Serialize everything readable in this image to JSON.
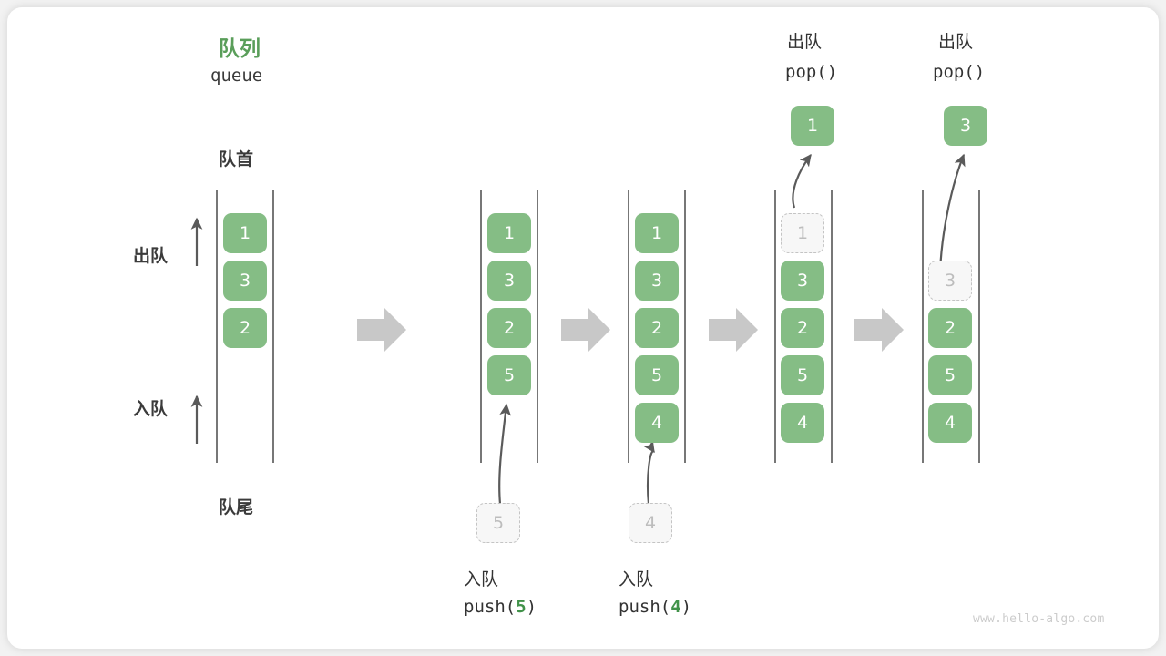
{
  "diagram": {
    "title_cn": "队列",
    "title_en": "queue",
    "front_label": "队首",
    "rear_label": "队尾",
    "dequeue_label": "出队",
    "enqueue_label": "入队",
    "watermark": "www.hello-algo.com",
    "accent_green": "#85bd85",
    "title_green": "#5a9e5a",
    "code_green": "#41924a",
    "arrow_gray": "#c8c8c8",
    "line_gray": "#555555"
  },
  "chart_data": {
    "type": "diagram",
    "title": "队列 queue",
    "description": "Queue operations: initial state, push(5), push(4), pop(), pop()",
    "stages": [
      {
        "id": "initial",
        "cells": [
          "1",
          "3",
          "2"
        ],
        "ghost_index": null,
        "caption_cn": "",
        "caption_code": ""
      },
      {
        "id": "push5",
        "cells": [
          "1",
          "3",
          "2",
          "5"
        ],
        "ghost_index": null,
        "incoming": "5",
        "caption_cn": "入队",
        "caption_code": "push(5)",
        "caption_arg": "5"
      },
      {
        "id": "push4",
        "cells": [
          "1",
          "3",
          "2",
          "5",
          "4"
        ],
        "ghost_index": null,
        "incoming": "4",
        "caption_cn": "入队",
        "caption_code": "push(4)",
        "caption_arg": "4"
      },
      {
        "id": "pop1",
        "cells": [
          "1",
          "3",
          "2",
          "5",
          "4"
        ],
        "ghost_index": 0,
        "outgoing": "1",
        "header_cn": "出队",
        "header_code": "pop()"
      },
      {
        "id": "pop3",
        "cells": [
          "3",
          "2",
          "5",
          "4"
        ],
        "ghost_index": 0,
        "outgoing": "3",
        "header_cn": "出队",
        "header_code": "pop()"
      }
    ]
  },
  "labels": {
    "col1_front": "队首",
    "col1_rear": "队尾",
    "col1_dequeue": "出队",
    "col1_enqueue": "入队",
    "pop_header_cn_4": "出队",
    "pop_header_code_4": "pop()",
    "pop_header_cn_5": "出队",
    "pop_header_code_5": "pop()",
    "popped_value_4": "1",
    "popped_value_5": "3",
    "push_caption_cn_2": "入队",
    "push_caption_cn_3": "入队",
    "incoming_value_2": "5",
    "incoming_value_3": "4"
  },
  "cells": {
    "c1": [
      "1",
      "3",
      "2"
    ],
    "c2": [
      "1",
      "3",
      "2",
      "5"
    ],
    "c3": [
      "1",
      "3",
      "2",
      "5",
      "4"
    ],
    "c4": [
      "1",
      "3",
      "2",
      "5",
      "4"
    ],
    "c5": [
      "3",
      "2",
      "5",
      "4"
    ]
  },
  "push_code": {
    "p5_pre": "push(",
    "p5_num": "5",
    "p5_post": ")",
    "p4_pre": "push(",
    "p4_num": "4",
    "p4_post": ")"
  }
}
